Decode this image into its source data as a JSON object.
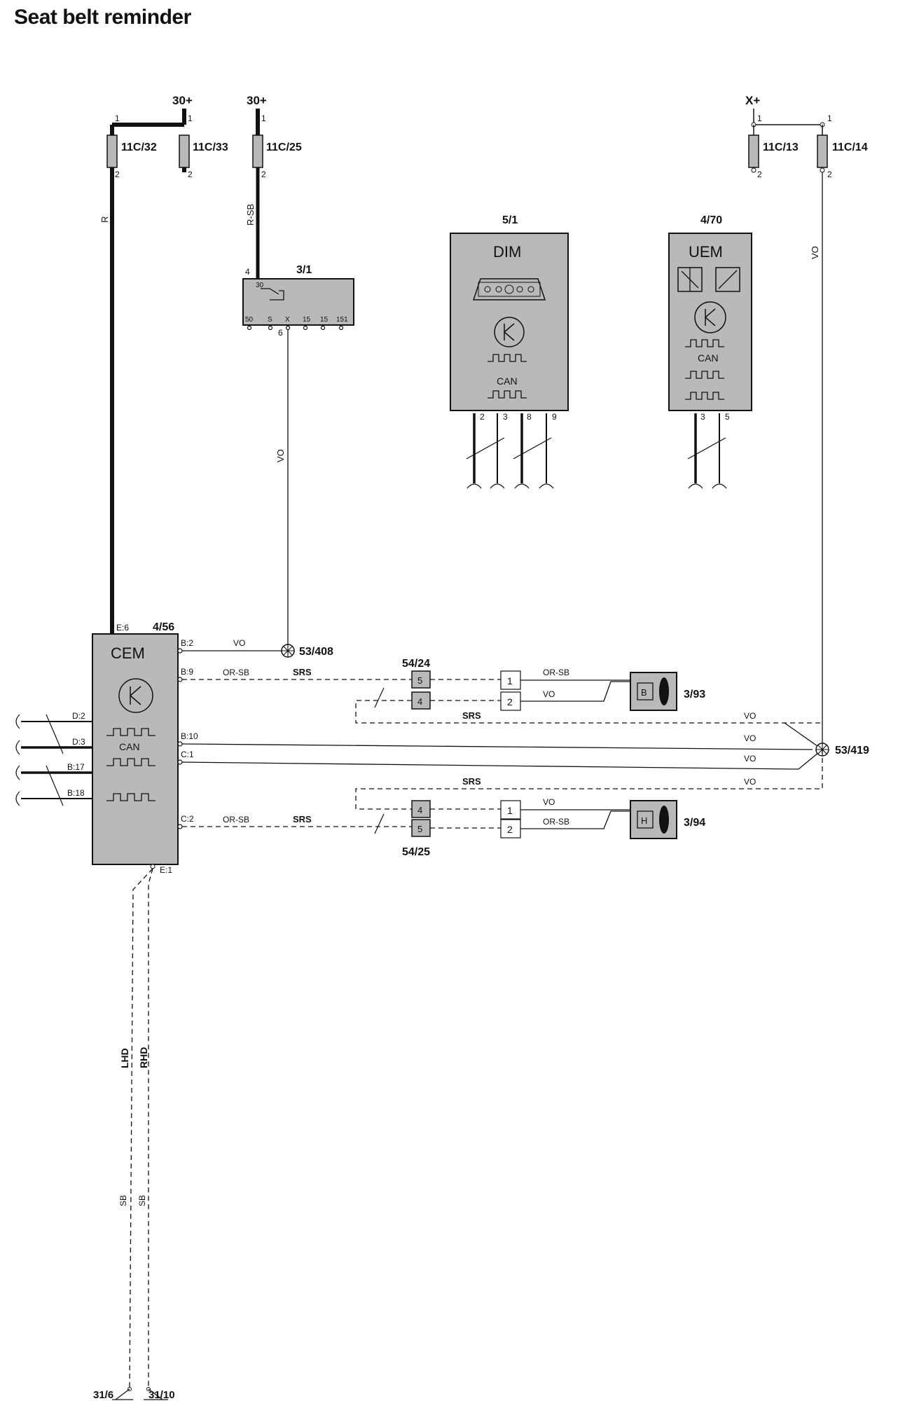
{
  "title": "Seat belt reminder",
  "supplies": {
    "s30a": "30+",
    "s30b": "30+",
    "sx": "X+"
  },
  "fuses": {
    "f32": "11C/32",
    "f33": "11C/33",
    "f25": "11C/25",
    "f13": "11C/13",
    "f14": "11C/14",
    "pin1": "1",
    "pin2": "2"
  },
  "wires": {
    "r": "R",
    "rsb": "R-SB",
    "vo": "VO",
    "orsb": "OR-SB",
    "srs": "SRS",
    "lhd": "LHD",
    "rhd": "RHD",
    "sb": "SB"
  },
  "ignition": {
    "ref": "3/1",
    "pin_in": "4",
    "pin_out": "6",
    "terminals": [
      "30",
      "50",
      "S",
      "X",
      "15",
      "15",
      "151"
    ]
  },
  "dim": {
    "ref": "5/1",
    "name": "DIM",
    "can": "CAN",
    "pins": [
      "2",
      "3",
      "8",
      "9"
    ]
  },
  "uem": {
    "ref": "4/70",
    "name": "UEM",
    "can": "CAN",
    "pins": [
      "3",
      "5"
    ]
  },
  "cem": {
    "ref": "4/56",
    "name": "CEM",
    "can": "CAN",
    "pins": {
      "e6": "E:6",
      "e1": "E:1",
      "b2": "B:2",
      "b9": "B:9",
      "b10": "B:10",
      "c1": "C:1",
      "c2": "C:2",
      "d2": "D:2",
      "d3": "D:3",
      "b17": "B:17",
      "b18": "B:18"
    }
  },
  "splices": {
    "s408": "53/408",
    "s419": "53/419"
  },
  "connectors": {
    "c5424": {
      "ref": "54/24",
      "pins": [
        "5",
        "4"
      ]
    },
    "c5425": {
      "ref": "54/25",
      "pins": [
        "4",
        "5"
      ]
    },
    "p1": "1",
    "p2": "2"
  },
  "sensors": {
    "s393": "3/93",
    "s394": "3/94",
    "l393": "B",
    "l394": "H"
  },
  "grounds": {
    "g6": "31/6",
    "g10": "31/10"
  }
}
